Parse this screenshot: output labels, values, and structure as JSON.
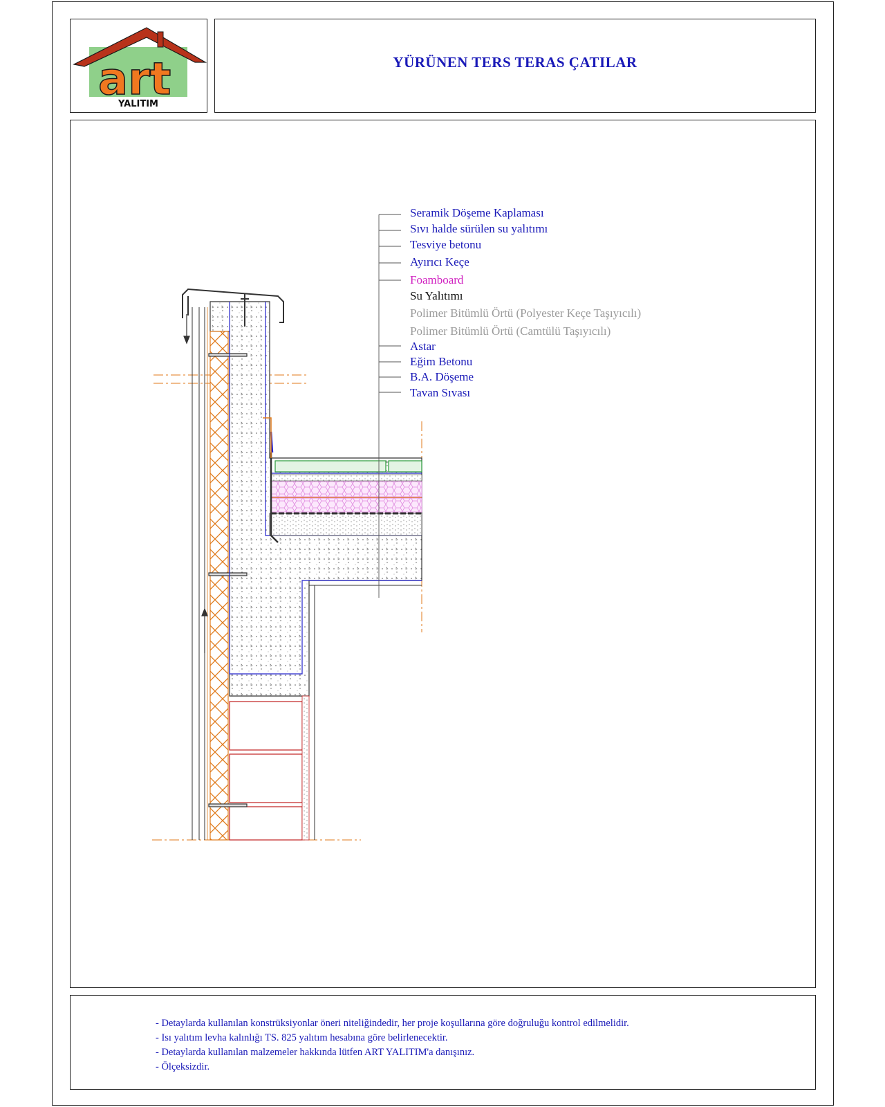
{
  "logo": {
    "brand": "art",
    "subtitle": "YALITIM",
    "colors": {
      "roof": "#b8321a",
      "letters": "#f07820",
      "background": "#8fd08a",
      "outline": "#1a1a1a"
    }
  },
  "header": {
    "title": "YÜRÜNEN TERS TERAS ÇATILAR"
  },
  "colors": {
    "label_blue": "#1a1ab8",
    "label_magenta": "#d020c0",
    "label_black": "#111111",
    "label_gray": "#9a9a9a",
    "insulation": "#e07a1a",
    "concrete_outline": "#333333",
    "membrane": "#2222cc",
    "tile": "#2a9a3a",
    "foamboard": "#e08ae0",
    "brick": "#c02020"
  },
  "layers": [
    {
      "label": "Seramik Döşeme Kaplaması",
      "color": "#1a1ab8"
    },
    {
      "label": "Sıvı halde sürülen su yalıtımı",
      "color": "#1a1ab8"
    },
    {
      "label": "Tesviye betonu",
      "color": "#1a1ab8"
    },
    {
      "label": "Ayırıcı Keçe",
      "color": "#1a1ab8"
    },
    {
      "label": "Foamboard",
      "color": "#d020c0"
    },
    {
      "label": "Su Yalıtımı",
      "color": "#111111"
    },
    {
      "label": "Polimer Bitümlü Örtü (Polyester Keçe Taşıyıcılı)",
      "color": "#9a9a9a"
    },
    {
      "label": "Polimer Bitümlü Örtü (Camtülü Taşıyıcılı)",
      "color": "#9a9a9a"
    },
    {
      "label": "Astar",
      "color": "#1a1ab8"
    },
    {
      "label": "Eğim Betonu",
      "color": "#1a1ab8"
    },
    {
      "label": "B.A. Döşeme",
      "color": "#1a1ab8"
    },
    {
      "label": "Tavan Sıvası",
      "color": "#1a1ab8"
    }
  ],
  "notes": [
    "- Detaylarda kullanılan konstrüksiyonlar öneri niteliğindedir, her proje koşullarına göre doğruluğu kontrol edilmelidir.",
    "- Isı yalıtım levha kalınlığı TS. 825 yalıtım hesabına göre belirlenecektir.",
    "- Detaylarda kullanılan malzemeler hakkında lütfen ART YALITIM'a danışınız.",
    "- Ölçeksizdir."
  ]
}
